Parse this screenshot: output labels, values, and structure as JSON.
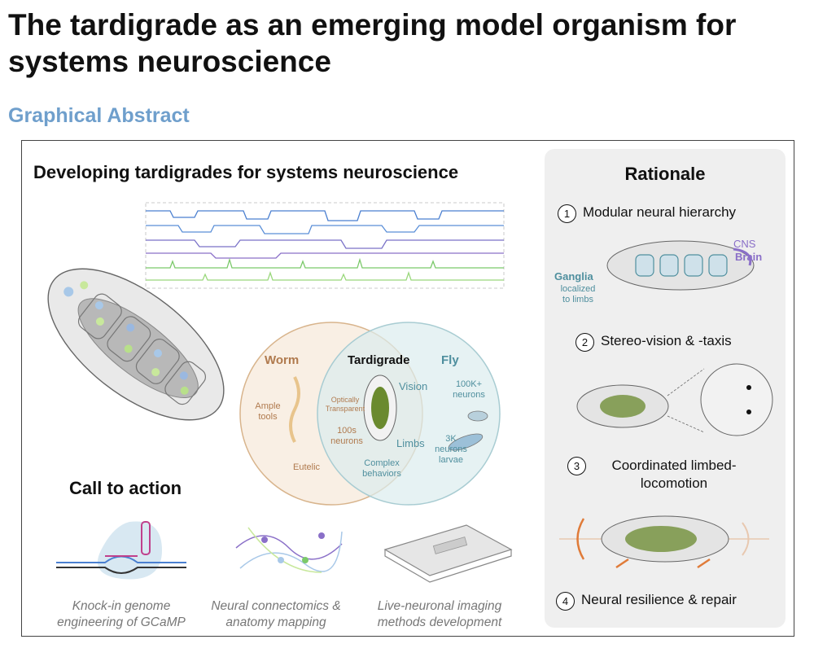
{
  "title": "The tardigrade as an emerging model organism for systems neuroscience",
  "subtitle": "Graphical Abstract",
  "abstract": {
    "heading": "Developing tardigrades for systems neuroscience",
    "venn": {
      "worm": "Worm",
      "tardigrade": "Tardigrade",
      "fly": "Fly",
      "ample_tools": "Ample tools",
      "eutelic": "Eutelic",
      "optically_transparent": "Optically Transparent",
      "hundreds_neurons": "100s neurons",
      "vision": "Vision",
      "limbs": "Limbs",
      "complex_behaviors": "Complex behaviors",
      "fly_neurons": "100K+ neurons",
      "larvae_neurons": "3K neurons larvae"
    },
    "cta_heading": "Call to action",
    "cta_items": [
      "Knock-in genome engineering of GCaMP",
      "Neural connectomics & anatomy mapping",
      "Live-neuronal imaging methods development"
    ]
  },
  "rationale": {
    "heading": "Rationale",
    "items": [
      {
        "num": "1",
        "label": "Modular neural hierarchy"
      },
      {
        "num": "2",
        "label": "Stereo-vision & -taxis"
      },
      {
        "num": "3",
        "label": "Coordinated limbed-locomotion"
      },
      {
        "num": "4",
        "label": "Neural resilience & repair"
      }
    ],
    "cns": "CNS",
    "brain": "Brain",
    "ganglia": "Ganglia",
    "ganglia_sub": "localized to limbs"
  },
  "colors": {
    "subtitle": "#6f9fcc",
    "worm": "#b07a4e",
    "fly": "#4f8f9e",
    "tardigrade_gut": "#6a8a2e",
    "trace_blue": "#4a7fd0",
    "trace_purple": "#8a6fc8",
    "trace_green": "#7bc96a",
    "brain": "#8a6fc8",
    "arrow": "#e07b39"
  }
}
